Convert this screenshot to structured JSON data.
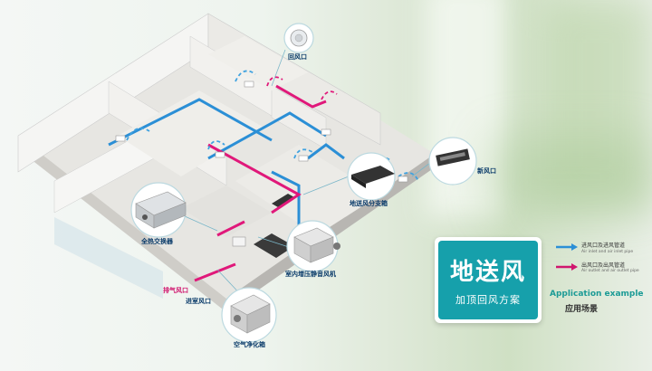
{
  "labels": {
    "return_vent": "回风口",
    "fresh_vent": "新风口",
    "floor_supply_box": "地送风分支箱",
    "heat_exchanger": "全热交换器",
    "indoor_fan": "室内增压静音风机",
    "exhaust_vent": "排气风口",
    "outdoor_vent": "进室风口",
    "air_purifier": "空气净化箱"
  },
  "badge": {
    "title": "地送风",
    "subtitle": "加顶回风方案"
  },
  "legend": [
    {
      "cn": "进风口及进风管道",
      "en": "Air inlet and air inlet pipe",
      "color": "#2b8fd6"
    },
    {
      "cn": "出风口及出风管道",
      "en": "Air outlet and air outlet pipe",
      "color": "#d0166e"
    }
  ],
  "application": {
    "en": "Application example",
    "cn": "应用场景"
  },
  "colors": {
    "supply_duct": "#2b8fd6",
    "exhaust_duct": "#e0187a",
    "accent": "#16a0ab"
  }
}
